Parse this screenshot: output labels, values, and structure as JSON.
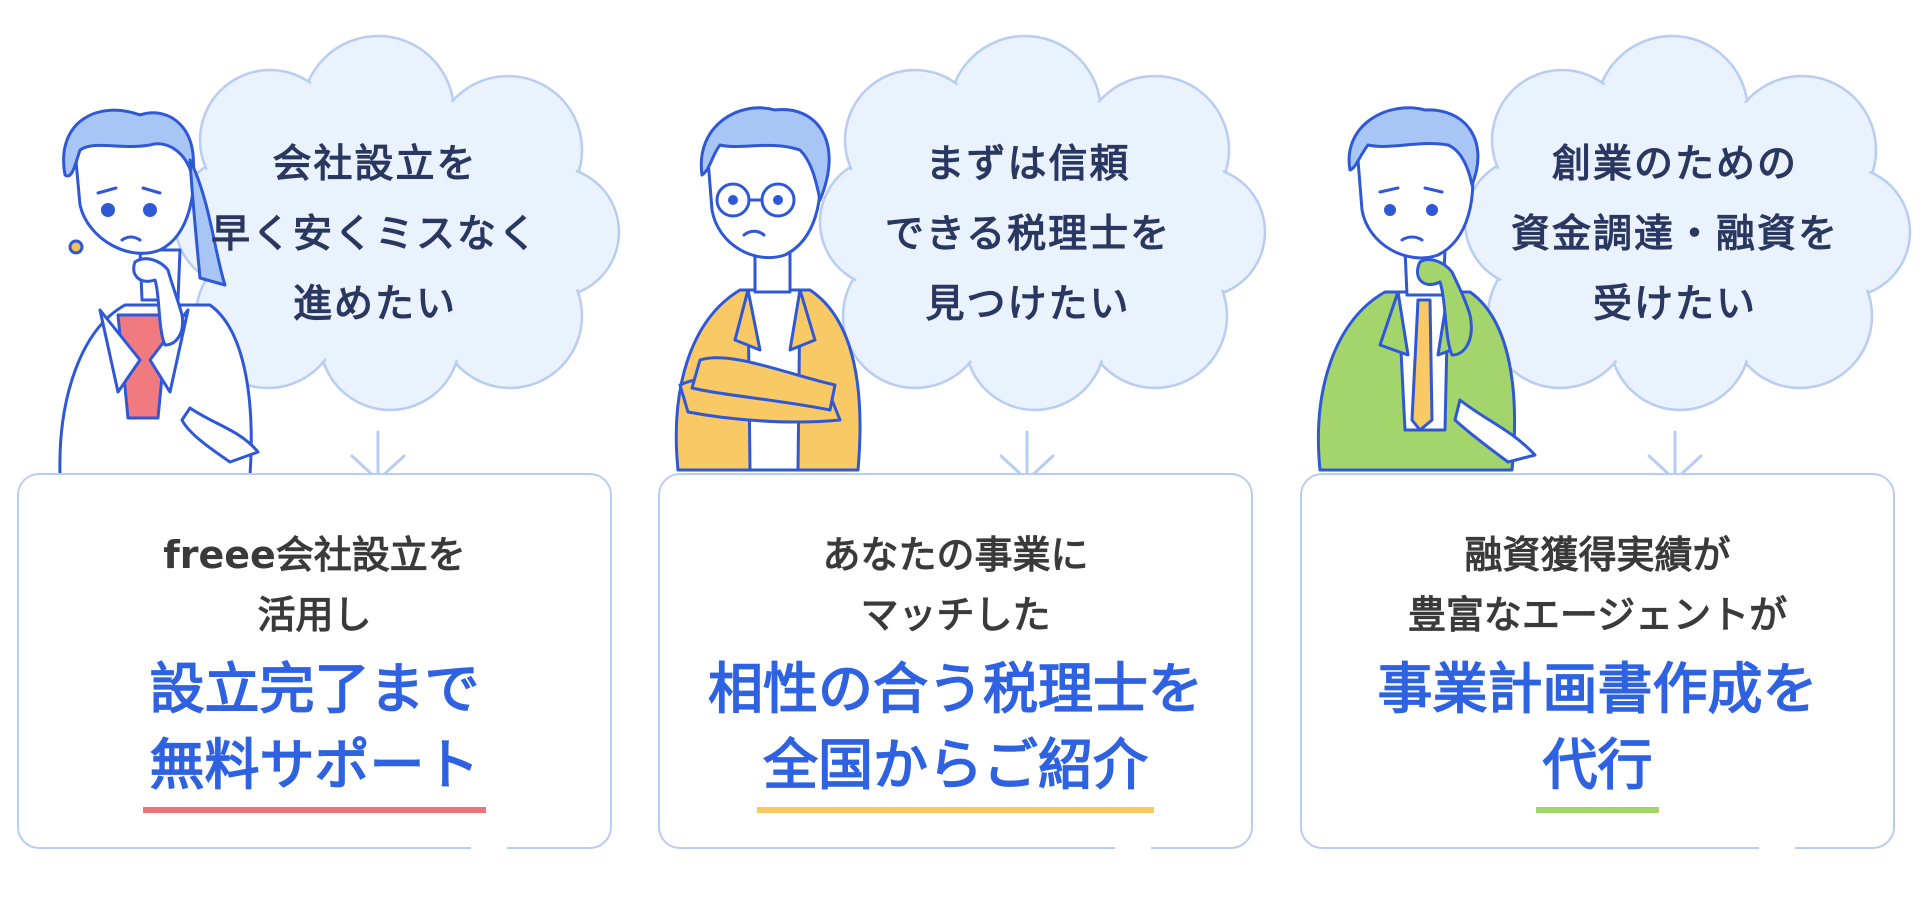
{
  "panels": [
    {
      "bubble": [
        "会社設立を",
        "早く安くミスなく",
        "進めたい"
      ],
      "lead": [
        "freee会社設立を",
        "活用し"
      ],
      "headline": [
        "設立完了まで",
        "無料サポート"
      ],
      "accent_color": "#e9747b",
      "character_icon": "worried-woman-icon"
    },
    {
      "bubble": [
        "まずは信頼",
        "できる税理士を",
        "見つけたい"
      ],
      "lead": [
        "あなたの事業に",
        "マッチした"
      ],
      "headline": [
        "相性の合う税理士を",
        "全国からご紹介"
      ],
      "accent_color": "#f8c964",
      "character_icon": "worried-man-glasses-icon"
    },
    {
      "bubble": [
        "創業のための",
        "資金調達・融資を",
        "受けたい"
      ],
      "lead": [
        "融資獲得実績が",
        "豊富なエージェントが"
      ],
      "headline": [
        "事業計画書作成を",
        "代行"
      ],
      "accent_color": "#a4d46c",
      "character_icon": "worried-man-icon"
    }
  ],
  "colors": {
    "headline": "#2e62e0",
    "bubble_fill": "#eaf2fd",
    "outline": "#b8cdf3",
    "character_line": "#2f58d8"
  }
}
